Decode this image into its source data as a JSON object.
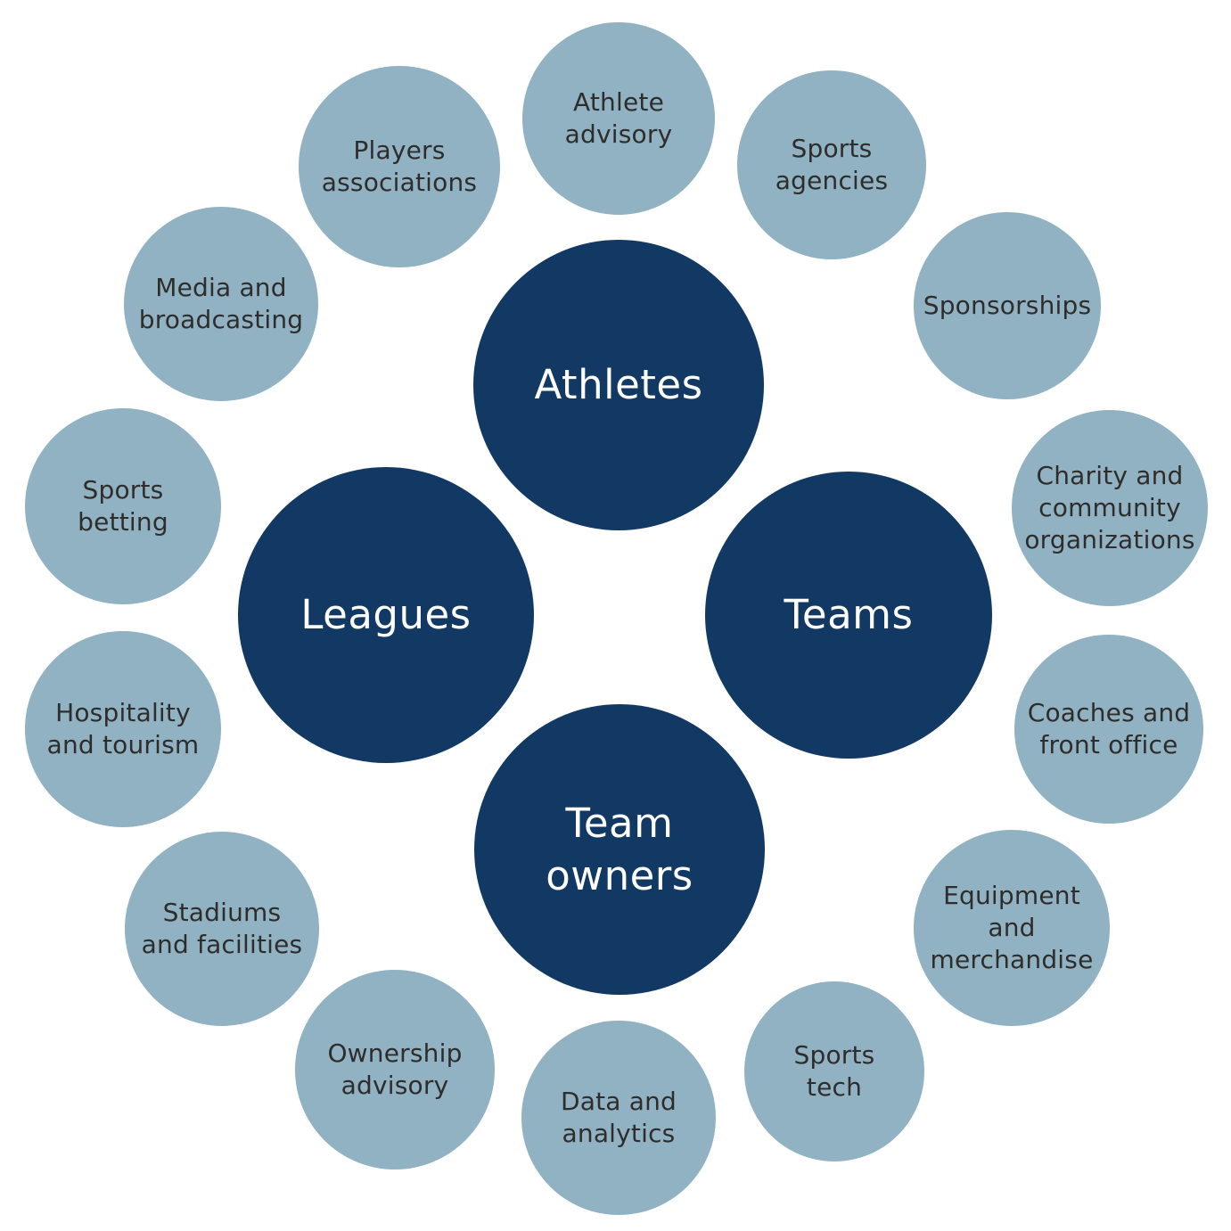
{
  "diagram": {
    "description": "Sports industry ecosystem diagram: four core stakeholder circles surrounded by fourteen satellite segment circles",
    "colors": {
      "background": "#ffffff",
      "core_fill": "#123864",
      "core_text": "#ffffff",
      "satellite_fill": "#90b2c2",
      "satellite_text": "#2f2d2b"
    },
    "core_nodes": [
      {
        "id": "athletes",
        "label": "Athletes"
      },
      {
        "id": "leagues",
        "label": "Leagues"
      },
      {
        "id": "teams",
        "label": "Teams"
      },
      {
        "id": "team-owners",
        "label": "Team\nowners"
      }
    ],
    "satellites": [
      {
        "id": "athlete-advisory",
        "label": "Athlete\nadvisory"
      },
      {
        "id": "sports-agencies",
        "label": "Sports\nagencies"
      },
      {
        "id": "sponsorships",
        "label": "Sponsorships"
      },
      {
        "id": "charity-community-organizations",
        "label": "Charity and\ncommunity\norganizations"
      },
      {
        "id": "coaches-front-office",
        "label": "Coaches and\nfront office"
      },
      {
        "id": "equipment-merchandise",
        "label": "Equipment\nand\nmerchandise"
      },
      {
        "id": "sports-tech",
        "label": "Sports\ntech"
      },
      {
        "id": "data-analytics",
        "label": "Data and\nanalytics"
      },
      {
        "id": "ownership-advisory",
        "label": "Ownership\nadvisory"
      },
      {
        "id": "stadiums-facilities",
        "label": "Stadiums\nand facilities"
      },
      {
        "id": "hospitality-tourism",
        "label": "Hospitality\nand tourism"
      },
      {
        "id": "sports-betting",
        "label": "Sports\nbetting"
      },
      {
        "id": "media-broadcasting",
        "label": "Media and\nbroadcasting"
      },
      {
        "id": "players-associations",
        "label": "Players\nassociations"
      }
    ]
  }
}
